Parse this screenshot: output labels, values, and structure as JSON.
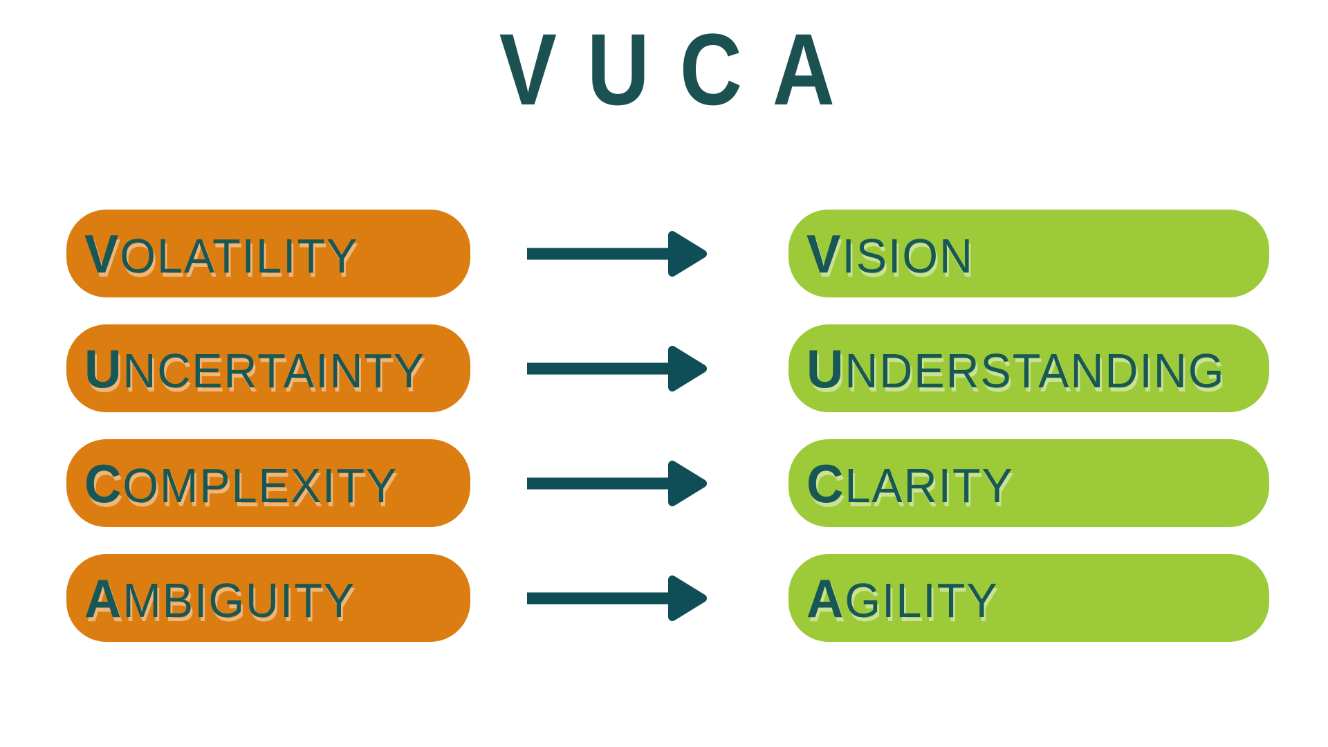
{
  "title": "VUCA",
  "colors": {
    "background": "#FFFFFF",
    "teal_title": "#1C5152",
    "teal_text": "#175755",
    "teal_arrow": "#0F4E57",
    "orange": "#DC7D12",
    "orange_shadow": "#EDB67B",
    "green": "#9CCA38",
    "green_shadow": "#C9E295"
  },
  "rows": [
    {
      "left": {
        "label": "VOLATILITY",
        "initial": "V",
        "rest": "OLATILITY"
      },
      "right": {
        "label": "VISION",
        "initial": "V",
        "rest": "ISION"
      }
    },
    {
      "left": {
        "label": "UNCERTAINTY",
        "initial": "U",
        "rest": "NCERTAINTY"
      },
      "right": {
        "label": "UNDERSTANDING",
        "initial": "U",
        "rest": "NDERSTANDING"
      }
    },
    {
      "left": {
        "label": "COMPLEXITY",
        "initial": "C",
        "rest": "OMPLEXITY"
      },
      "right": {
        "label": "CLARITY",
        "initial": "C",
        "rest": "LARITY"
      }
    },
    {
      "left": {
        "label": "AMBIGUITY",
        "initial": "A",
        "rest": "MBIGUITY"
      },
      "right": {
        "label": "AGILITY",
        "initial": "A",
        "rest": "GILITY"
      }
    }
  ]
}
